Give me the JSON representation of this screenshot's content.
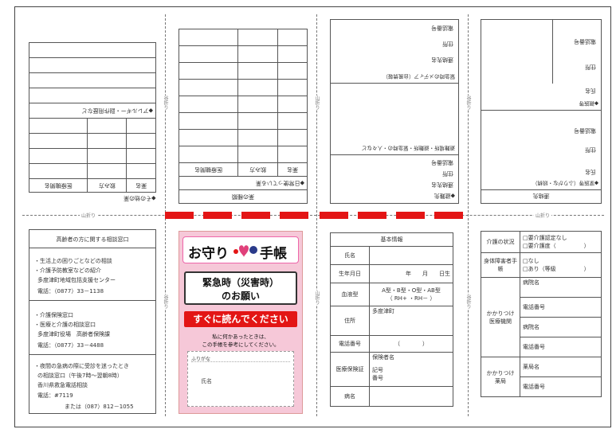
{
  "fold_label_vertical": "谷折り",
  "fold_label_vertical_mountain": "山折り",
  "fold_label_horizontal": "山折り",
  "top": {
    "p1": {
      "title": "◆その他の薬",
      "header": [
        "薬名",
        "飲み方",
        "医療機関名"
      ],
      "section2": "◆アレルギー・副作用歴など"
    },
    "p2": {
      "title": "薬の種類",
      "subtitle": "◆日常使っている薬",
      "header": [
        "薬名",
        "飲み方",
        "医療機関名"
      ]
    },
    "p3": {
      "items": [
        "連絡先名",
        "住所",
        "電話番号"
      ],
      "kana": "◆避難先",
      "section": "避難場所・避難所・緊急時の・人々など",
      "items2": [
        "連絡先名",
        "住所",
        "電話番号"
      ],
      "kana2": "緊急時のメディア（台風情報）"
    },
    "p4": {
      "title": "連絡先",
      "row1": "◆家族等（ふりがな・続柄）",
      "labels": [
        "氏名",
        "住所",
        "電話番号"
      ],
      "row2": "◆親族等",
      "labels2": [
        "氏名",
        "住所",
        "電話番号"
      ]
    }
  },
  "bottom": {
    "consult": {
      "title": "高齢者の方に関する相談窓口",
      "block1": [
        "・生活上の困りごとなどの相談",
        "・介護予防教室などの紹介",
        "多度津町地域包括支援センター",
        "電話：（0877）33－1138"
      ],
      "block2": [
        "・介護保険窓口",
        "・医療と介護の相談窓口",
        "多度津町役場　高齢者保険課",
        "電話：（0877）33－4488"
      ],
      "block3": [
        "・夜間の急病の際に受診を迷ったとき",
        "の相談窓口（午後7時～翌朝8時）",
        "香川県救急電話相談",
        "電話：#7119",
        "または（087）812－1055"
      ]
    },
    "cover": {
      "title": "お守り",
      "title2": "手帳",
      "banner": "緊急時（災害時）",
      "banner2": "のお願い",
      "red_button": "すぐに読んでください",
      "note1": "私に何かあったときは、",
      "note2": "この手帳を参考にしてください。",
      "furigana": "ふりがな",
      "name": "氏名"
    },
    "basic": {
      "title": "基本情報",
      "rows": [
        {
          "label": "氏名",
          "value": ""
        },
        {
          "label": "生年月日",
          "value": "年　　月　　日生"
        },
        {
          "label": "血液型",
          "value": "A型・B型・O型・AB型",
          "value2": "（ RH+ ・RH－ ）"
        },
        {
          "label": "住所",
          "value": "多度津町"
        },
        {
          "label": "電話番号",
          "value": "（　　　　）"
        },
        {
          "label": "医療保険証",
          "value": "保険者名",
          "value2": "記号",
          "value3": "番号"
        },
        {
          "label": "病名",
          "value": ""
        }
      ]
    },
    "care": {
      "care_label": "介護の状況",
      "care_opts": [
        "□要介護認定なし",
        "□要介護度（　　　　　）"
      ],
      "disab_label": "身体障害者手帳",
      "disab_opts": [
        "□なし",
        "□あり（等級　　　　　）"
      ],
      "doctor_label": "かかりつけ医療機関",
      "doctor_fields": [
        "病院名",
        "電話番号",
        "病院名",
        "電話番号"
      ],
      "pharm_label": "かかりつけ薬局",
      "pharm_fields": [
        "薬局名",
        "電話番号"
      ]
    }
  },
  "colors": {
    "cut_line": "#e31515",
    "cover_bg": "#f6c8d8",
    "cover_red": "#e31515"
  }
}
